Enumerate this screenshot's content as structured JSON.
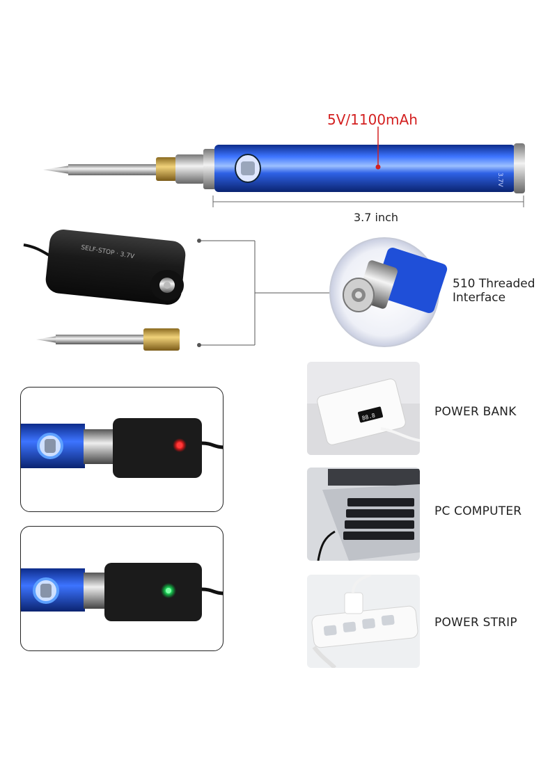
{
  "specs": {
    "capacity": "5V/1100mAh",
    "length": "3.7 inch",
    "interface_line1": "510 Threaded",
    "interface_line2": "Interface"
  },
  "power_sources": [
    {
      "label": "POWER BANK",
      "icon": "power-bank-photo"
    },
    {
      "label": "PC COMPUTER",
      "icon": "laptop-photo"
    },
    {
      "label": "POWER STRIP",
      "icon": "power-strip-photo"
    }
  ],
  "charging_states": [
    {
      "indicator": "red",
      "color": "#ff2a2a"
    },
    {
      "indicator": "green",
      "color": "#1fd35a"
    }
  ],
  "colors": {
    "pen_blue": "#1f4fd8",
    "capacity_red": "#d32020",
    "brass": "#c9a14a"
  }
}
